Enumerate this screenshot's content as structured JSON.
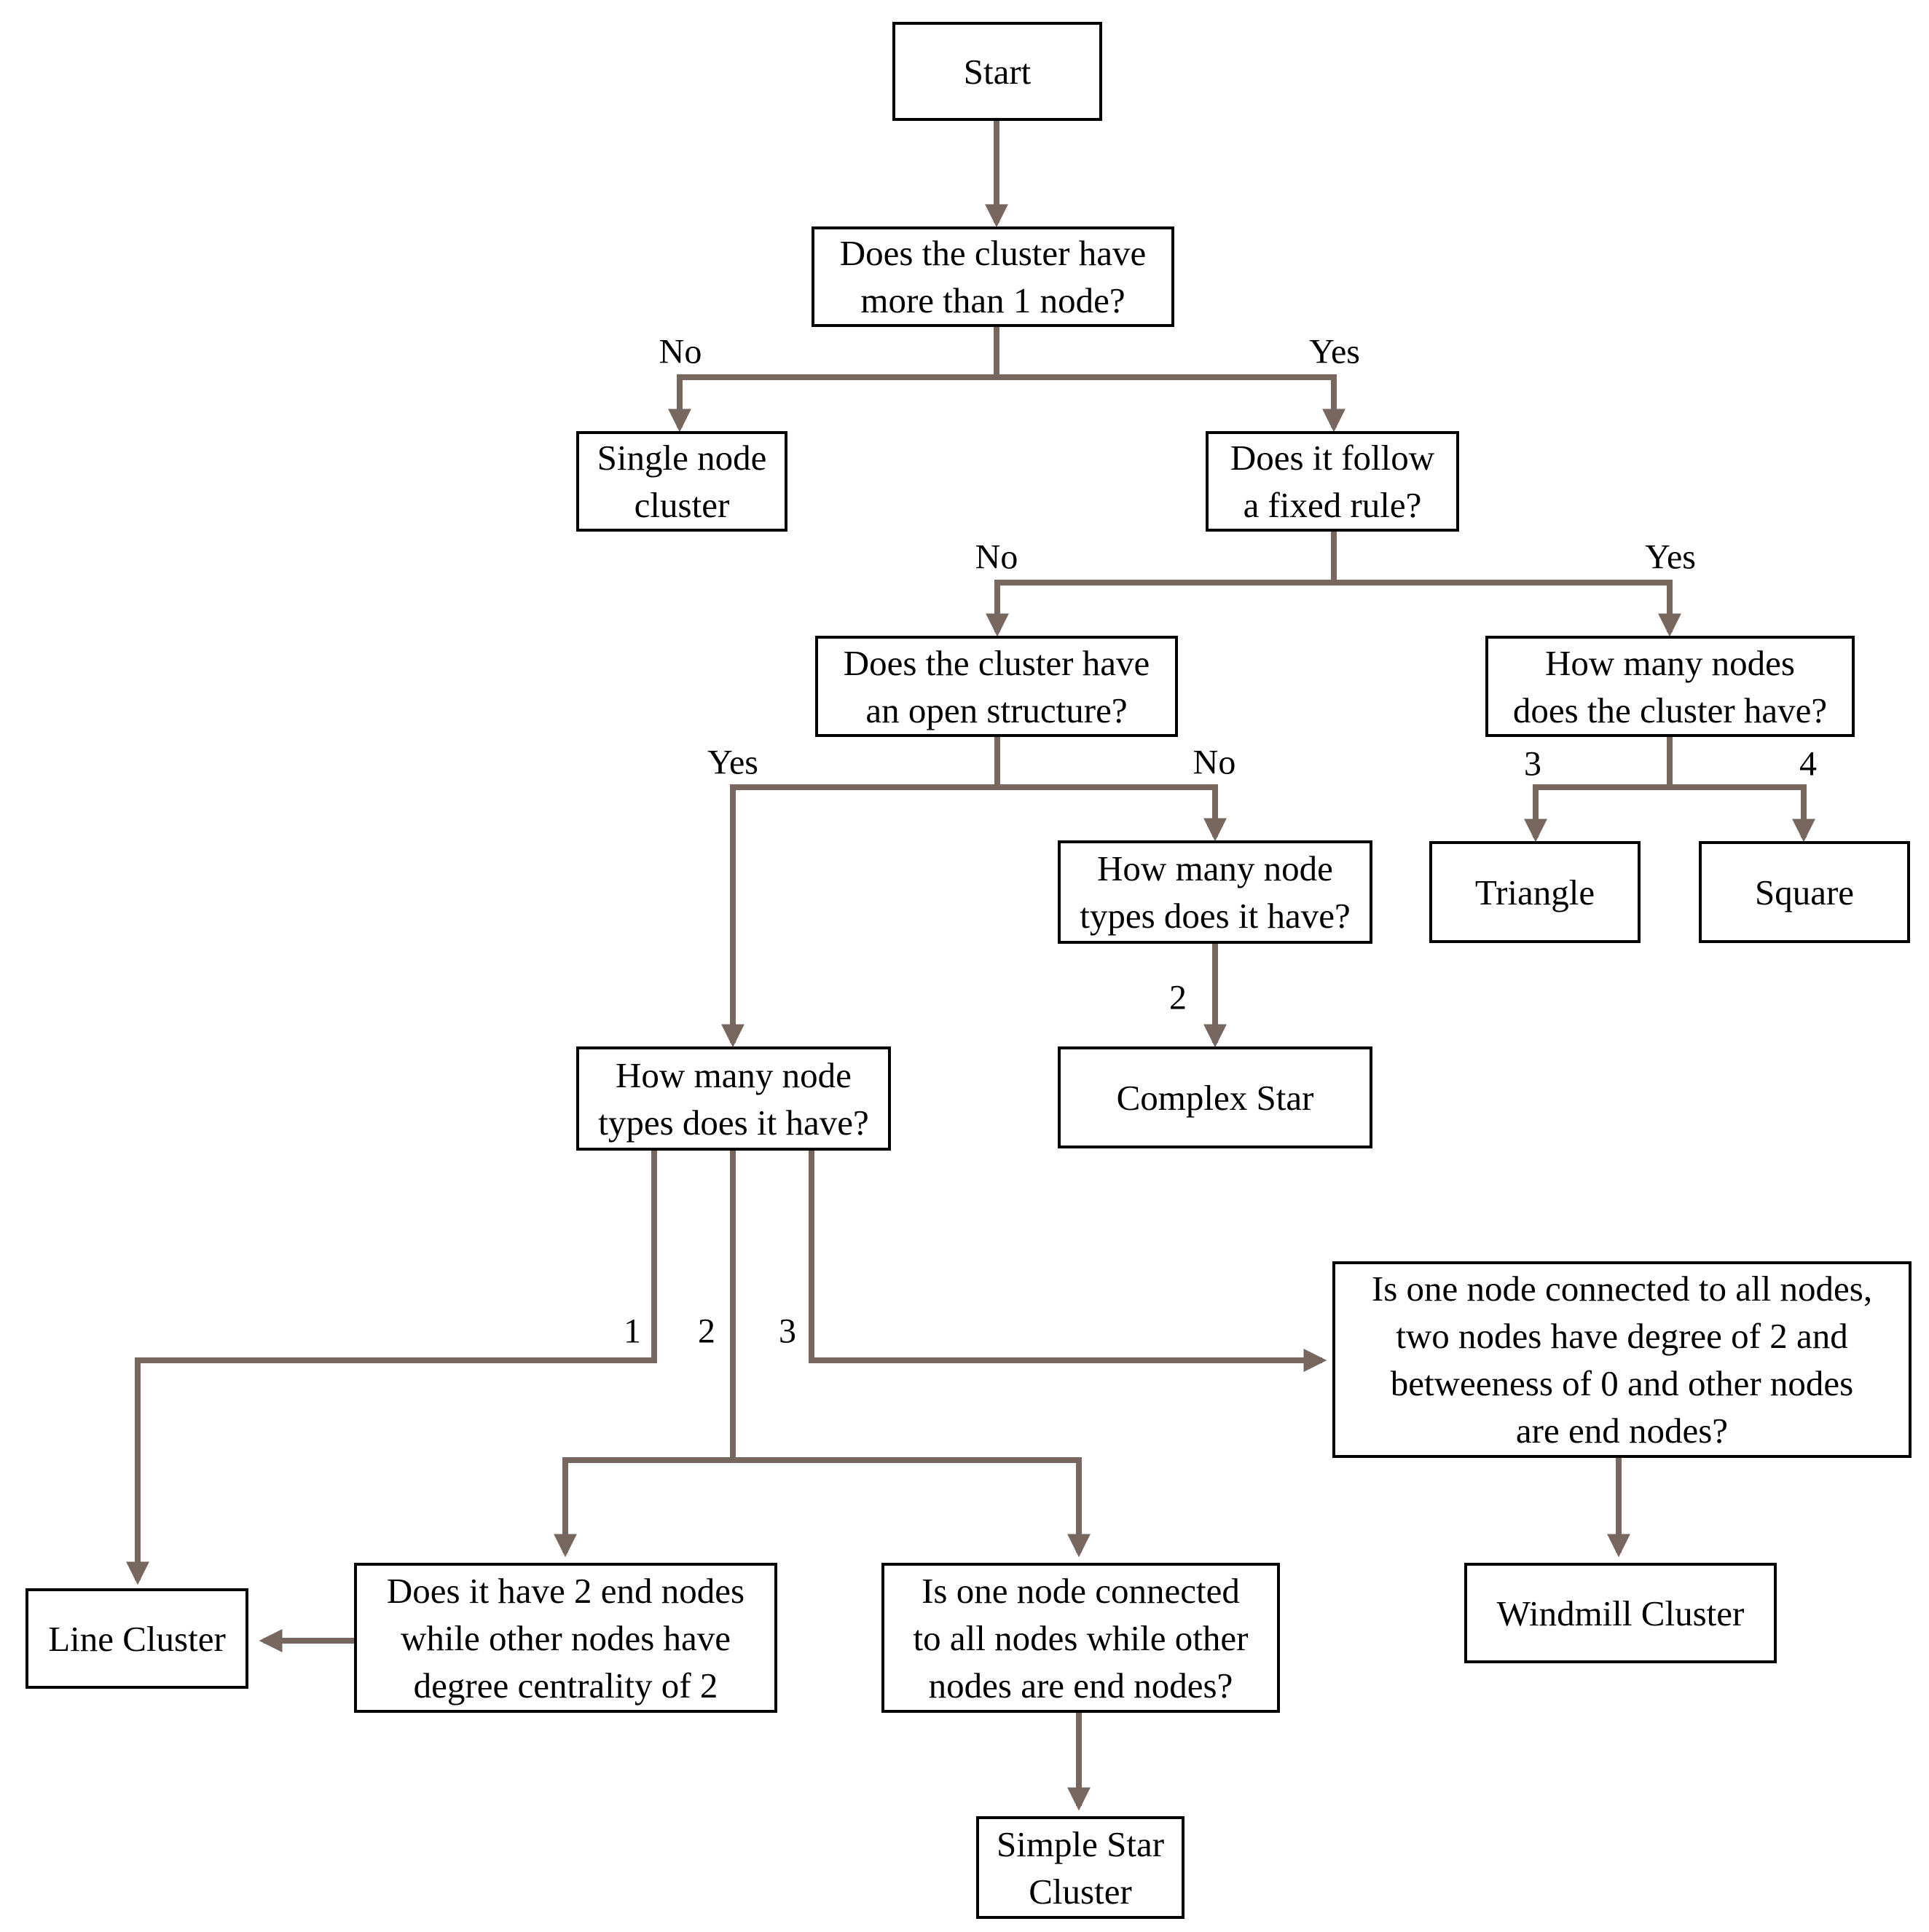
{
  "colors": {
    "connector": "#77675f",
    "box_border": "#000000",
    "text": "#000000"
  },
  "nodes": {
    "start": "Start",
    "q_more_than_one": "Does the cluster have\nmore than 1 node?",
    "single_node": "Single node\ncluster",
    "q_fixed_rule": "Does it follow\na fixed rule?",
    "q_open_structure": "Does the cluster have\nan open structure?",
    "q_how_many_nodes": "How many nodes\ndoes the cluster have?",
    "q_node_types_closed": "How many node\ntypes does it have?",
    "triangle": "Triangle",
    "square": "Square",
    "complex_star": "Complex Star",
    "q_node_types_open": "How many node\ntypes does it have?",
    "q_windmill": "Is one node connected to all nodes,\ntwo nodes have degree of 2 and\nbetweeness of 0 and other nodes\nare end nodes?",
    "line_cluster": "Line Cluster",
    "q_two_end_nodes": "Does it have 2 end nodes\nwhile other nodes have\ndegree centrality of 2",
    "q_simple_star": "Is one node connected\nto all nodes while other\nnodes are end nodes?",
    "windmill_cluster": "Windmill Cluster",
    "simple_star": "Simple Star\nCluster"
  },
  "labels": {
    "no_1": "No",
    "yes_1": "Yes",
    "no_2": "No",
    "yes_2": "Yes",
    "yes_3": "Yes",
    "no_3": "No",
    "three_nodes": "3",
    "four_nodes": "4",
    "two_types_closed": "2",
    "one_type": "1",
    "two_types_open": "2",
    "three_types": "3"
  }
}
